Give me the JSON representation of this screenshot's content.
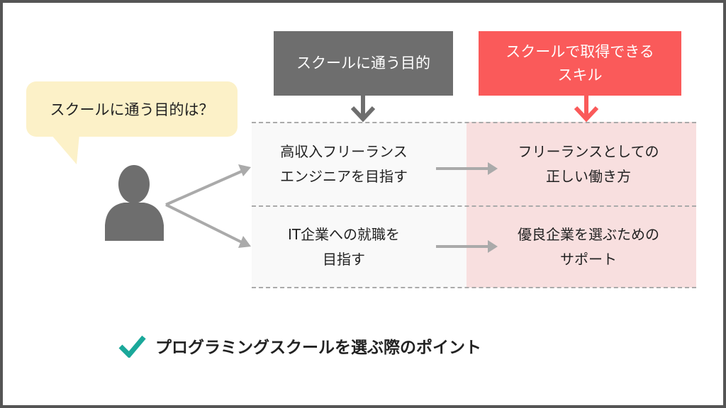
{
  "bubble": {
    "text": "スクールに通う目的は？"
  },
  "headers": {
    "purpose": "スクールに通う目的",
    "skill_line1": "スクールで取得できる",
    "skill_line2": "スキル"
  },
  "rows": [
    {
      "purpose_line1": "高収入フリーランス",
      "purpose_line2": "エンジニアを目指す",
      "skill_line1": "フリーランスとしての",
      "skill_line2": "正しい働き方"
    },
    {
      "purpose_line1": "IT企業への就職を",
      "purpose_line2": "目指す",
      "skill_line1": "優良企業を選ぶための",
      "skill_line2": "サポート"
    }
  ],
  "footer": {
    "text": "プログラミングスクールを選ぶ際のポイント"
  },
  "colors": {
    "gray": "#6e6e6e",
    "red": "#fa5a5a",
    "bubble": "#fcf1c8",
    "check": "#1aa89a",
    "pink": "#f8dfdf"
  }
}
